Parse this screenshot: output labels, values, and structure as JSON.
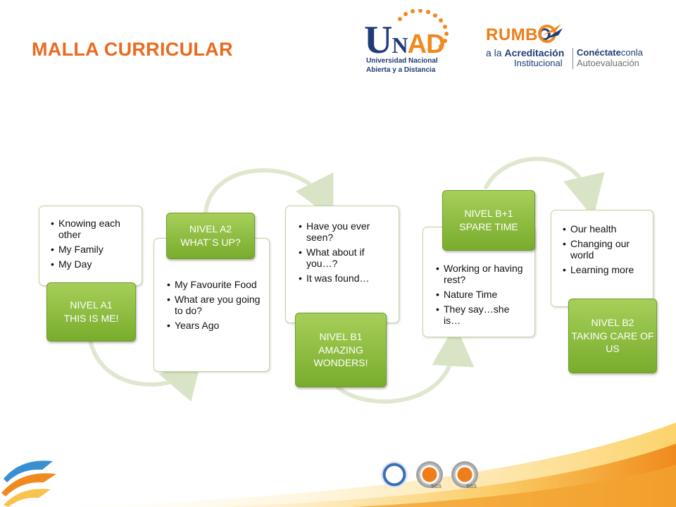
{
  "title": "MALLA CURRICULAR",
  "logos": {
    "unad_mark": "UNAD",
    "unad_line1": "Universidad Nacional",
    "unad_line2": "Abierta y a Distancia",
    "rumbo_word": "RUMBO",
    "rumbo_line1_a": "a la ",
    "rumbo_line1_b": "Acreditación",
    "rumbo_line2": "Institucional",
    "rumbo_right1_a": "Conéctate",
    "rumbo_right1_b": "conla",
    "rumbo_right2": "Autoevaluación"
  },
  "levels": [
    {
      "level": "NIVEL A1",
      "name": "THIS IS ME!",
      "topics": [
        "Knowing each other",
        "My Family",
        "My Day"
      ]
    },
    {
      "level": "NIVEL A2",
      "name": "WHAT´S UP?",
      "topics": [
        "My Favourite Food",
        "What are you going to do?",
        "Years Ago"
      ]
    },
    {
      "level": "NIVEL B1",
      "name": "AMAZING WONDERS!",
      "topics": [
        "Have you ever seen?",
        "What about if you…?",
        "It was found…"
      ]
    },
    {
      "level": "NIVEL B+1",
      "name": "SPARE TIME",
      "topics": [
        "Working or having rest?",
        "Nature Time",
        "They say…she is…"
      ]
    },
    {
      "level": "NIVEL B2",
      "name": "TAKING CARE OF US",
      "topics": [
        "Our health",
        "Changing our world",
        "Learning more"
      ]
    }
  ],
  "colors": {
    "title": "#ea6a1f",
    "green_top": "#a6cf5a",
    "green_bottom": "#79ac2c",
    "navy": "#1f3c78",
    "orange": "#ef8a1e"
  }
}
